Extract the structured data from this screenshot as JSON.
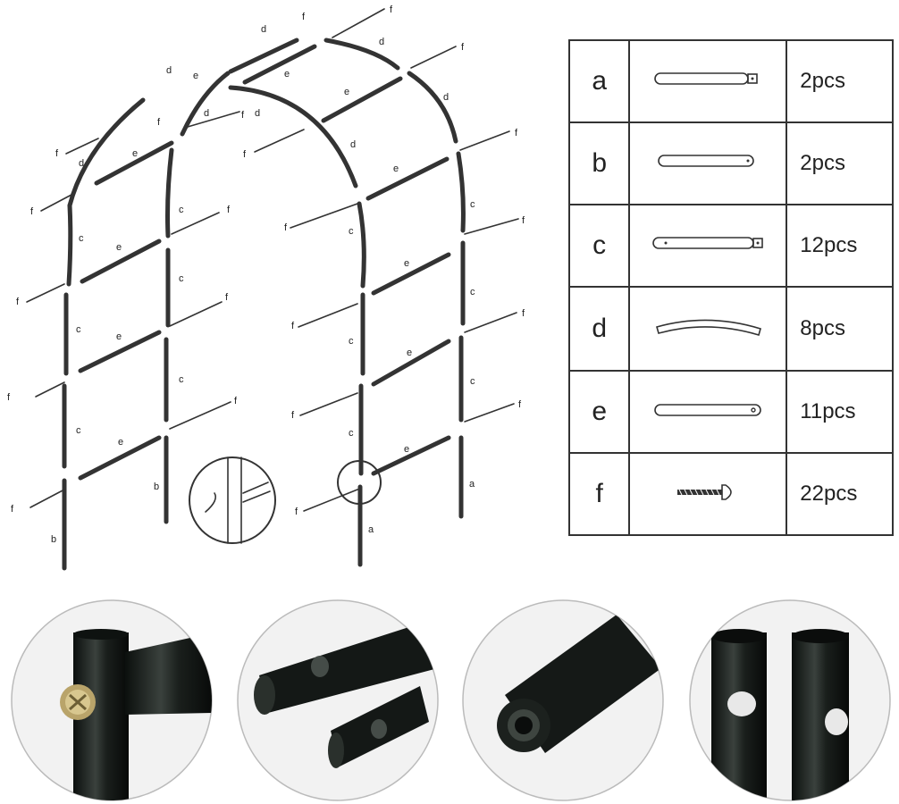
{
  "diagram": {
    "labels": {
      "a": "a",
      "b": "b",
      "c": "c",
      "d": "d",
      "e": "e",
      "f": "f"
    }
  },
  "parts": [
    {
      "letter": "a",
      "qty": "2pcs",
      "icon": "tube-with-square-end-icon"
    },
    {
      "letter": "b",
      "qty": "2pcs",
      "icon": "tube-with-hole-icon"
    },
    {
      "letter": "c",
      "qty": "12pcs",
      "icon": "tube-with-hole-and-square-end-icon"
    },
    {
      "letter": "d",
      "qty": "8pcs",
      "icon": "curved-tube-icon"
    },
    {
      "letter": "e",
      "qty": "11pcs",
      "icon": "crossbar-tube-icon"
    },
    {
      "letter": "f",
      "qty": "22pcs",
      "icon": "screw-icon"
    }
  ],
  "photos": [
    {
      "icon": "screw-joint-photo"
    },
    {
      "icon": "tube-holes-photo"
    },
    {
      "icon": "threaded-end-photo"
    },
    {
      "icon": "tube-side-holes-photo"
    }
  ],
  "colors": {
    "line": "#333333",
    "tube": "#1a1f1c",
    "border": "#333333"
  }
}
